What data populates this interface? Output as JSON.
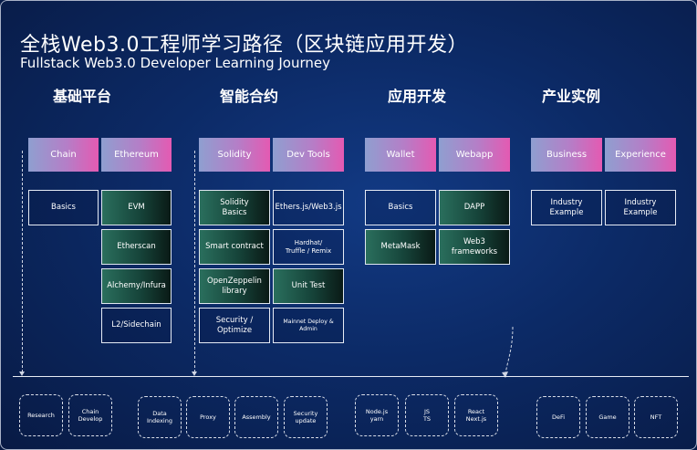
{
  "title": {
    "cn": "全栈Web3.0工程师学习路径（区块链应用开发）",
    "en": "Fullstack Web3.0 Developer Learning Journey"
  },
  "sections": [
    "基础平台",
    "智能合约",
    "应用开发",
    "产业实例"
  ],
  "headers": {
    "chain": "Chain",
    "ethereum": "Ethereum",
    "solidity": "Solidity",
    "devtools": "Dev Tools",
    "wallet": "Wallet",
    "webapp": "Webapp",
    "business": "Business",
    "experience": "Experience"
  },
  "cards": {
    "chain_basics": "Basics",
    "evm": "EVM",
    "etherscan": "Etherscan",
    "alchemy": "Alchemy/Infura",
    "l2": "L2/Sidechain",
    "solidity_basics": "Solidity\nBasics",
    "smart_contract": "Smart contract",
    "openzeppelin": "OpenZeppelin\nlibrary",
    "security": "Security / Optimize",
    "ethersjs": "Ethers.js/Web3.js",
    "hardhat": "Hardhat/\nTruffle / Remix",
    "unit_test": "Unit Test",
    "mainnet": "Mainnet Deploy & Admin",
    "wallet_basics": "Basics",
    "metamask": "MetaMask",
    "dapp": "DAPP",
    "web3_frameworks": "Web3\nframeworks",
    "industry_1": "Industry\nExample",
    "industry_2": "Industry\nExample"
  },
  "bottom": {
    "research": "Research",
    "chain_develop": "Chain\nDevelop",
    "data_indexing": "Data\nIndexing",
    "proxy": "Proxy",
    "assembly": "Assembly",
    "security_update": "Security\nupdate",
    "node": "Node.js\nyarn",
    "js_ts": "JS\nTS",
    "react": "React\nNext.js",
    "defi": "DeFi",
    "game": "Game",
    "nft": "NFT"
  }
}
